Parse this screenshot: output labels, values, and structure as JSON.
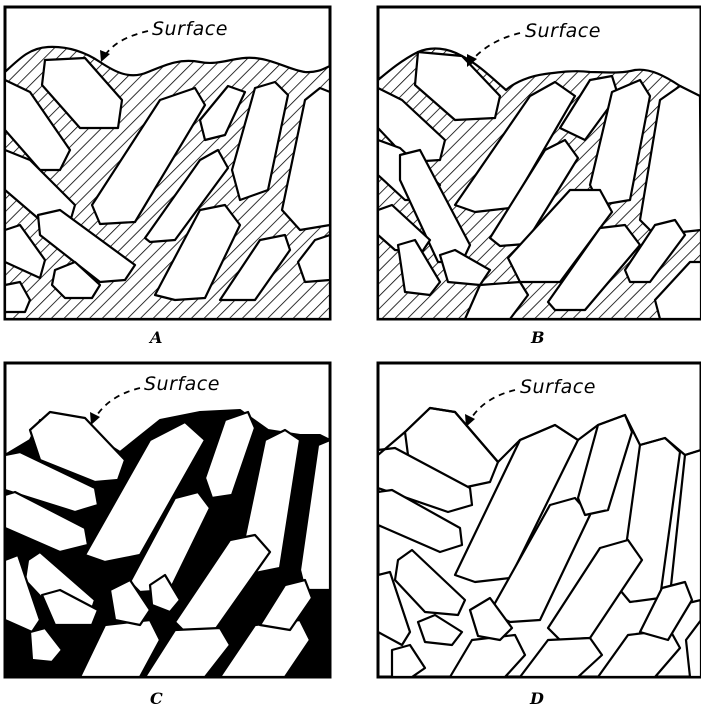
{
  "figure": {
    "panels": [
      {
        "id": "A",
        "letter": "A",
        "surface_label": "Surface",
        "matrix": "hatched"
      },
      {
        "id": "B",
        "letter": "B",
        "surface_label": "Surface",
        "matrix": "hatched-thin"
      },
      {
        "id": "C",
        "letter": "C",
        "surface_label": "Surface",
        "matrix": "black"
      },
      {
        "id": "D",
        "letter": "D",
        "surface_label": "Surface",
        "matrix": "none"
      }
    ]
  }
}
